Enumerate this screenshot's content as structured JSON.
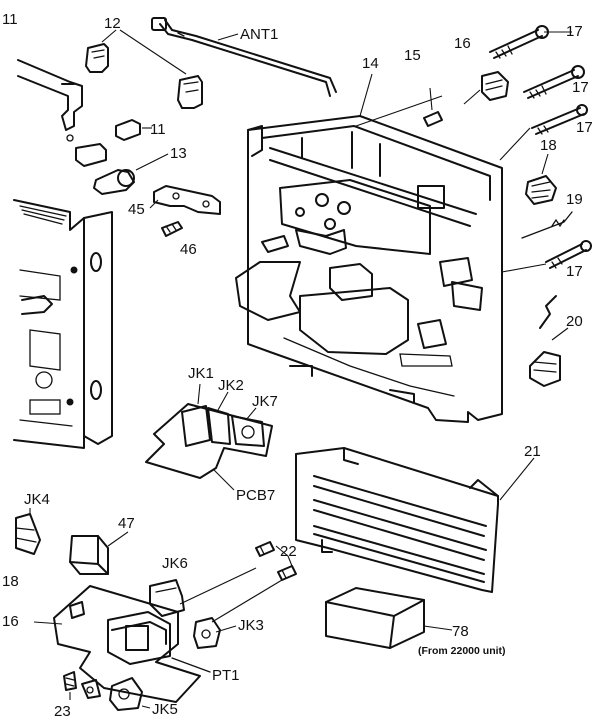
{
  "labels": {
    "ant1": "ANT1",
    "p11a": "11",
    "p12": "12",
    "p11": "11",
    "p13": "13",
    "p14": "14",
    "p15": "15",
    "p16": "16",
    "p17a": "17",
    "p17b": "17",
    "p17c": "17",
    "p18": "18",
    "p19": "19",
    "p17d": "17",
    "p20": "20",
    "p45": "45",
    "p46": "46",
    "jk1": "JK1",
    "jk2": "JK2",
    "jk7": "JK7",
    "pcb7": "PCB7",
    "p21": "21",
    "jk4": "JK4",
    "p47": "47",
    "jk6": "JK6",
    "p22": "22",
    "p18b": "18",
    "p16b": "16",
    "jk3": "JK3",
    "p78": "78",
    "note78": "(From 22000 unit)",
    "pt1": "PT1",
    "p23": "23",
    "jk5": "JK5"
  }
}
